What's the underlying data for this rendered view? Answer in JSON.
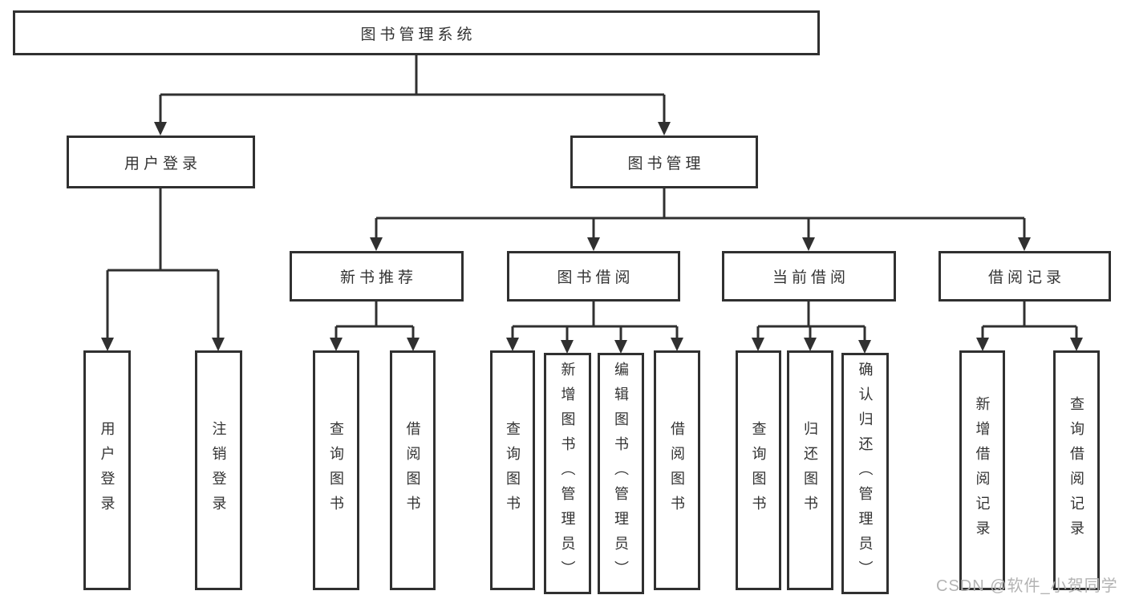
{
  "tree": {
    "label": "图书管理系统",
    "children": [
      {
        "label": "用户登录",
        "leaves": [
          "用户登录",
          "注销登录"
        ]
      },
      {
        "label": "图书管理",
        "children": [
          {
            "label": "新书推荐",
            "leaves": [
              "查询图书",
              "借阅图书"
            ]
          },
          {
            "label": "图书借阅",
            "leaves": [
              "查询图书",
              "新增图书（管理员）",
              "编辑图书（管理员）",
              "借阅图书"
            ]
          },
          {
            "label": "当前借阅",
            "leaves": [
              "查询图书",
              "归还图书",
              "确认归还（管理员）"
            ]
          },
          {
            "label": "借阅记录",
            "leaves": [
              "新增借阅记录",
              "查询借阅记录"
            ]
          }
        ]
      }
    ]
  },
  "watermark": {
    "text": "CSDN @软件_小贺同学"
  },
  "colors": {
    "line": "#303030",
    "box_border": "#303030",
    "text": "#333333",
    "watermark": "#b3b3b3",
    "background": "#ffffff"
  }
}
